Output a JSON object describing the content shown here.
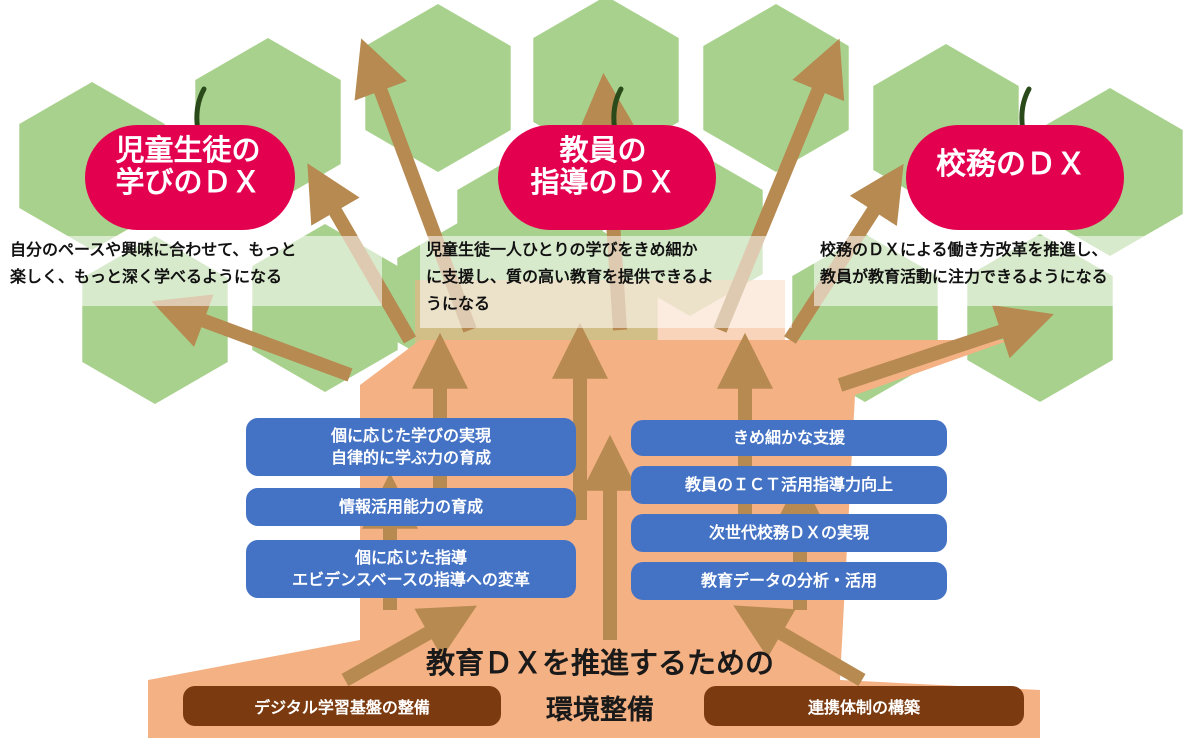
{
  "colors": {
    "hexagon": "#a9d18e",
    "apple": "#e3004f",
    "trunk": "#f4b183",
    "arrow": "#b68a50",
    "pill": "#4472c4",
    "base_pill": "#7b3a0f"
  },
  "apples": [
    {
      "line1": "児童生徒の",
      "line2": "学びのＤＸ"
    },
    {
      "line1": "教員の",
      "line2": "指導のＤＸ"
    },
    {
      "line1": "校務のＤＸ",
      "line2": ""
    }
  ],
  "descriptions": [
    {
      "line1": "自分のペースや興味に合わせて、もっと",
      "line2": "楽しく、もっと深く学べるようになる",
      "line3": ""
    },
    {
      "line1": "児童生徒一人ひとりの学びをきめ細か",
      "line2": "に支援し、質の高い教育を提供できるよ",
      "line3": "うになる"
    },
    {
      "line1": "校務のＤＸによる働き方改革を推進し、",
      "line2": "教員が教育活動に注力できるようになる",
      "line3": ""
    }
  ],
  "left_items": [
    {
      "line1": "個に応じた学びの実現",
      "line2": "自律的に学ぶ力の育成"
    },
    {
      "line1": "情報活用能力の育成",
      "line2": ""
    },
    {
      "line1": "個に応じた指導",
      "line2": "エビデンスベースの指導への変革"
    }
  ],
  "right_items": [
    {
      "line1": "きめ細かな支援"
    },
    {
      "line1": "教員のＩＣＴ活用指導力向上"
    },
    {
      "line1": "次世代校務ＤＸの実現"
    },
    {
      "line1": "教育データの分析・活用"
    }
  ],
  "foundation": {
    "title_line1": "教育ＤＸを推進するための",
    "title_line2": "環境整備",
    "left_label": "デジタル学習基盤の整備",
    "right_label": "連携体制の構築"
  }
}
